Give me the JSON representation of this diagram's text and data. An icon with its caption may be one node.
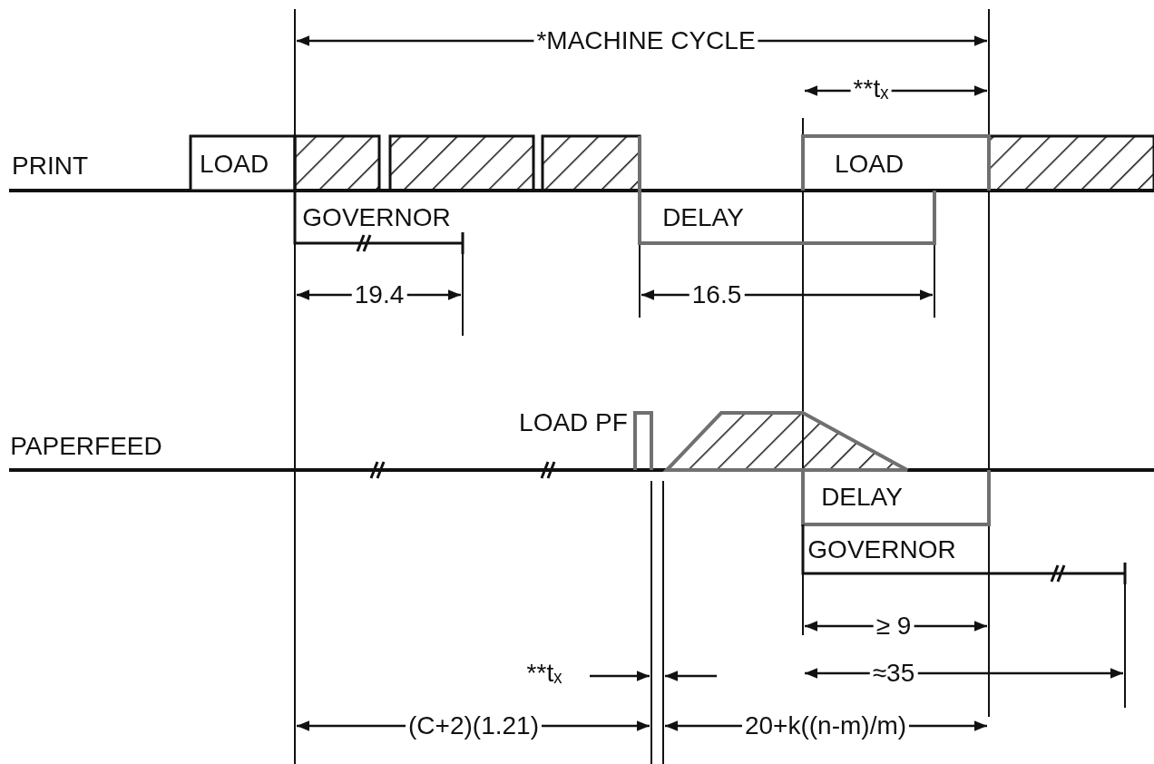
{
  "diagram": {
    "labels": [
      "*MACHINE CYCLE",
      "**tₓ",
      "PRINT",
      "LOAD",
      "LOAD",
      "GOVERNOR",
      "DELAY",
      "19.4",
      "16.5",
      "LOAD PF",
      "PAPERFEED",
      "DELAY",
      "GOVERNOR",
      "≥ 9",
      "**tₓ",
      "≈35",
      "(C+2)(1.21)",
      "20+k((n-m)/m)"
    ]
  }
}
